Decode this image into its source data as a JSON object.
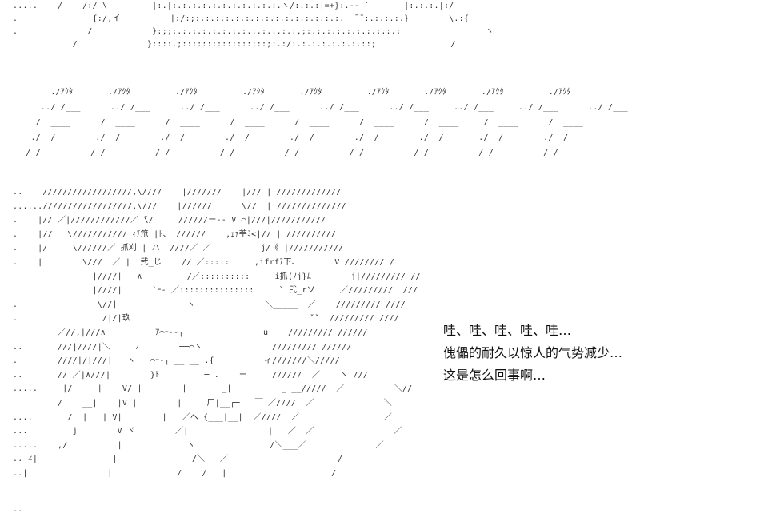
{
  "art": {
    "top": ".....    /    /:/ \\         |:.|:.:.:.:.:.:.:.:.:.:.:.ヽ/:.:.:|=+}:.-‐ ´       |:.:.:.|:/\n.               {:/,イ          |:/:;:.:.:.:.:.:.:.:.:.:.:.:.:.:.:.  ̄ ¨:.:.:.:.}        \\.:{\n.              /            }:;;:.:.:.:.:.:.:.:.:.:.:.:.:,;:.:.:.:.:.:.:.:.:.:                 ヽ\n            /              }::::.;:::::::::::::::::;:.:/:.:.:.:.:.:.:.::;               /",
    "middle": "      ./ｱｸﾀ       ./ｱｸﾀ         ./ｱｸﾀ         ./ｱｸﾀ       ./ｱｸﾀ         ./ｱｸﾀ       ./ｱｸﾀ       ./ｱｸﾀ         ./ｱｸﾀ\n    ../ /___      ../ /___      ../ /___      ../ /___      ../ /___      ../ /___     ../ /___     ../ /___      ../ /___\n   /  ____      /  ____      /  ____      /  ____      /  ____      /  ____      /  ____     /  ____      /  ____\n  ./  /        ./  /        ./  /        ./  /        ./  /        ./  /        ./  /       ./  /        ./  /\n /_/          /_/          /_/          /_/          /_/          /_/          /_/          /_/          /_/",
    "scene": "..    //////////////////,\\////    |///////    |/// |'/////////////\n......//////////////////,\\///    |//////      \\//  |'//////////////\n.    |// ／|////////////／ ̄\\/     //////ー‐‐ V ⌒|///|///////////\n.    |//   \\/////////// ｨﾁ笊 |ﾄ、 //////    ,ｪｧ苧ﾐ<|// | //////////\n.    |/     \\//////／ 抓刈 | ハ  ////／ ／          j/《 |///////////\n.    |        \\///  ／ |  弐_じ    // ／:::::     ,ifrfﾃ下、       V //////// /\n                |////|   ∧         /／::::::::::     i抓(ﾉj}ﾑ        j|///////// //\n                |////|      `ｰ‐ ／:::::::::::::::     ` 弐_rソ     ／/////////  ///\n.                \\//|              ヽ              ＼_____  ／    ///////// ////\n.                 /|/|玖                                    ˇˇ  ///////// ////\n         ／//,|///∧          ｱ⌒ｰ‐-┐                u    ///////// //////\n..       ///|////|＼     ﾉ        ──⌒ヽ              ///////// //////\n.        ////|/|///|   ヽ   ⌒ｰ‐┐ __ __ .{          ィ///////＼/////\n..       // ／|∧///|        }ﾄ         ─ .    ー     //////  ／    ヽ ///\n.....     |/     |    V/ |        |       _|          _ __/////  ／          ＼//\n         /    __|    |V |        |     厂|__┌─   ￣ ／////  ／              ＼\n....       /  |   | V|        |   ／ヘ {___|__|  ／////  ／                 ／\n...         j        V ヾ        ／|                |   ／  ／                ／\n.....    ,/          |             ヽ               /＼___／              ／\n.. ∠|               |               /＼___／                      /\n..|    |           |             /    /   |                     /",
    "footer": ".."
  },
  "narration": {
    "line1": "哇、哇、哇、哇、哇…",
    "line2": "傀儡的耐久以惊人的气势减少…",
    "line3": "这是怎么回事啊…"
  }
}
